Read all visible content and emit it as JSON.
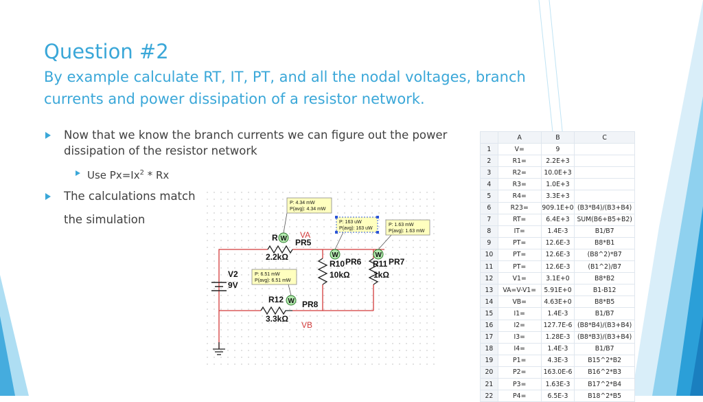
{
  "slide": {
    "title": "Question #2",
    "subtitle": "By example calculate RT, IT, PT, and all the nodal voltages, branch currents and power dissipation of a resistor network.",
    "bullets": {
      "b1": "Now that we know the branch currents we can figure out the power dissipation of the resistor network",
      "b2_prefix": "Use Px=Ix",
      "b2_sup": "2",
      "b2_suffix": " * Rx",
      "b3": "The calculations match",
      "b3_cont": "the simulation"
    }
  },
  "circuit": {
    "v2_label": "V2",
    "v2_value": "9V",
    "va_label": "VA",
    "vb_label": "VB",
    "pr5": "PR5",
    "pr6": "PR6",
    "pr7": "PR7",
    "pr8": "PR8",
    "r_top": "R",
    "r_top_value": "2.2kΩ",
    "r10": "R10",
    "r10_value": "10kΩ",
    "r11": "R11",
    "r11_value": "1kΩ",
    "r12": "R12",
    "r12_value": "3.3kΩ",
    "meter": "W",
    "probes": [
      {
        "p": "P: 4.34 mW",
        "avg": "P(avg): 4.34 mW"
      },
      {
        "p": "P: 163 uW",
        "avg": "P(avg): 163 uW"
      },
      {
        "p": "P: 1.63 mW",
        "avg": "P(avg): 1.63 mW"
      },
      {
        "p": "P: 6.51 mW",
        "avg": "P(avg): 6.51 mW"
      }
    ]
  },
  "spreadsheet": {
    "columns": [
      "A",
      "B",
      "C"
    ],
    "rows": [
      {
        "n": "1",
        "a": "V=",
        "b": "9",
        "c": ""
      },
      {
        "n": "2",
        "a": "R1=",
        "b": "2.2E+3",
        "c": ""
      },
      {
        "n": "3",
        "a": "R2=",
        "b": "10.0E+3",
        "c": ""
      },
      {
        "n": "4",
        "a": "R3=",
        "b": "1.0E+3",
        "c": ""
      },
      {
        "n": "5",
        "a": "R4=",
        "b": "3.3E+3",
        "c": ""
      },
      {
        "n": "6",
        "a": "R23=",
        "b": "909.1E+0",
        "c": "(B3*B4)/(B3+B4)"
      },
      {
        "n": "7",
        "a": "RT=",
        "b": "6.4E+3",
        "c": "SUM(B6+B5+B2)"
      },
      {
        "n": "8",
        "a": "IT=",
        "b": "1.4E-3",
        "c": "B1/B7"
      },
      {
        "n": "9",
        "a": "PT=",
        "b": "12.6E-3",
        "c": "B8*B1"
      },
      {
        "n": "10",
        "a": "PT=",
        "b": "12.6E-3",
        "c": "(B8^2)*B7"
      },
      {
        "n": "11",
        "a": "PT=",
        "b": "12.6E-3",
        "c": "(B1^2)/B7"
      },
      {
        "n": "12",
        "a": "V1=",
        "b": "3.1E+0",
        "c": "B8*B2"
      },
      {
        "n": "13",
        "a": "VA=V-V1=",
        "b": "5.91E+0",
        "c": "B1-B12"
      },
      {
        "n": "14",
        "a": "VB=",
        "b": "4.63E+0",
        "c": "B8*B5"
      },
      {
        "n": "15",
        "a": "I1=",
        "b": "1.4E-3",
        "c": "B1/B7"
      },
      {
        "n": "16",
        "a": "I2=",
        "b": "127.7E-6",
        "c": "(B8*B4)/(B3+B4)"
      },
      {
        "n": "17",
        "a": "I3=",
        "b": "1.28E-3",
        "c": "(B8*B3)/(B3+B4)"
      },
      {
        "n": "18",
        "a": "I4=",
        "b": "1.4E-3",
        "c": "B1/B7"
      },
      {
        "n": "19",
        "a": "P1=",
        "b": "4.3E-3",
        "c": "B15^2*B2"
      },
      {
        "n": "20",
        "a": "P2=",
        "b": "163.0E-6",
        "c": "B16^2*B3"
      },
      {
        "n": "21",
        "a": "P3=",
        "b": "1.63E-3",
        "c": "B17^2*B4"
      },
      {
        "n": "22",
        "a": "P4=",
        "b": "6.5E-3",
        "c": "B18^2*B5"
      }
    ]
  }
}
